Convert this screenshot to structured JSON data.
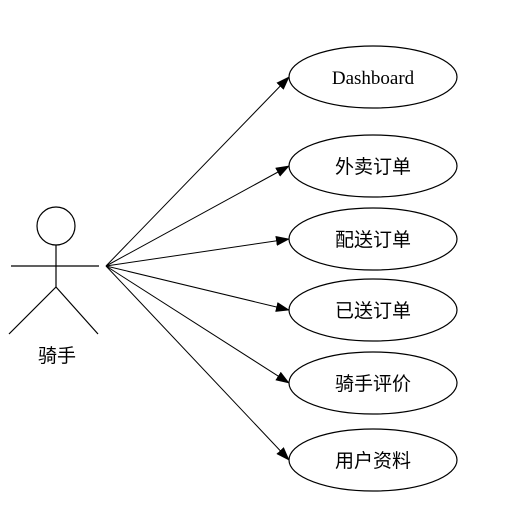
{
  "actor": {
    "name": "骑手"
  },
  "use_cases": [
    {
      "label": "Dashboard"
    },
    {
      "label": "外卖订单"
    },
    {
      "label": "配送订单"
    },
    {
      "label": "已送订单"
    },
    {
      "label": "骑手评价"
    },
    {
      "label": "用户资料"
    }
  ],
  "colors": {
    "stroke": "#000000",
    "background": "#ffffff"
  }
}
